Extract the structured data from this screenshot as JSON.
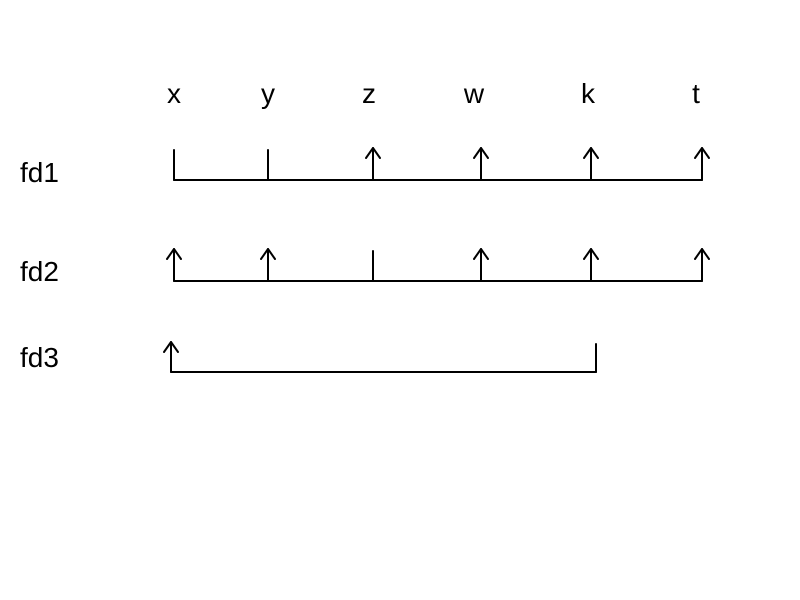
{
  "columns": [
    "x",
    "y",
    "z",
    "w",
    "k",
    "t"
  ],
  "rows": [
    {
      "label": "fd1",
      "marks": [
        "bar",
        "bar",
        "arrow",
        "arrow",
        "arrow",
        "arrow"
      ]
    },
    {
      "label": "fd2",
      "marks": [
        "arrow",
        "arrow",
        "bar",
        "arrow",
        "arrow",
        "arrow"
      ]
    },
    {
      "label": "fd3",
      "marks": [
        "arrow",
        "none",
        "none",
        "none",
        "bar",
        "none"
      ]
    }
  ],
  "colors": {
    "ink": "#000000",
    "background": "#ffffff"
  }
}
